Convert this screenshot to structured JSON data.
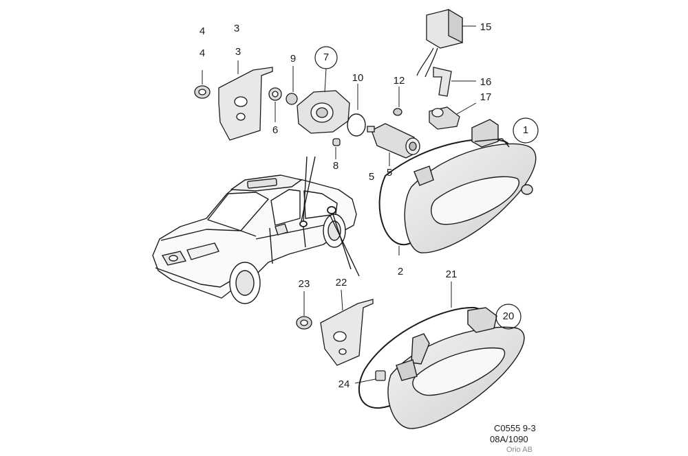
{
  "diagram": {
    "callouts": {
      "c1": "1",
      "c2": "2",
      "c3a": "3",
      "c3b": "3",
      "c4a": "4",
      "c4b": "4",
      "c5a": "5",
      "c5b": "5",
      "c6": "6",
      "c7": "7",
      "c8": "8",
      "c9": "9",
      "c10": "10",
      "c12": "12",
      "c15": "15",
      "c16": "16",
      "c17": "17",
      "c20": "20",
      "c21": "21",
      "c22": "22",
      "c23": "23",
      "c24": "24"
    },
    "reference": {
      "code": "C0555 9-3",
      "date": "08A/1090",
      "copyright": "Orio AB"
    },
    "colors": {
      "line": "#1a1a1a",
      "part_fill": "#e6e6e6",
      "part_shade": "#bdbdbd",
      "background": "#ffffff"
    }
  }
}
